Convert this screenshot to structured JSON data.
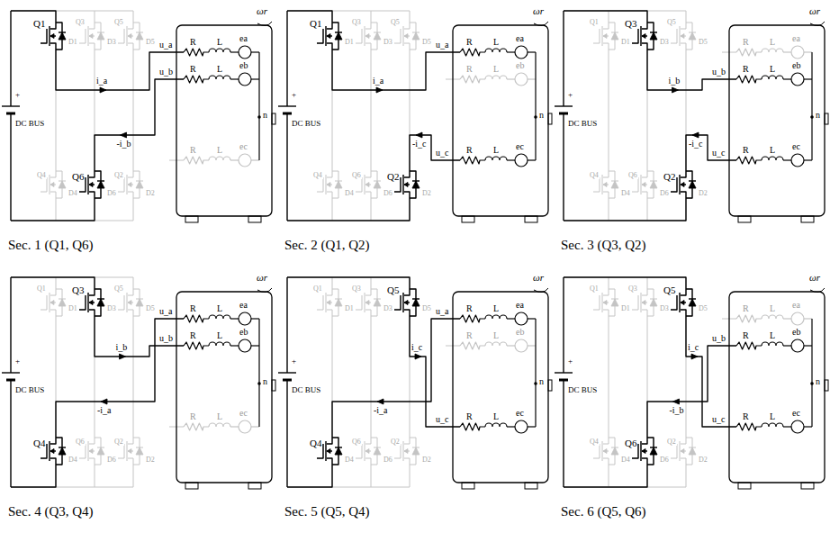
{
  "diagram": {
    "labels": [
      "Sec. 1 (Q1, Q6)",
      "Q1",
      "Q6",
      "+",
      "DC BUS",
      "u_a",
      "u_b",
      "i_a",
      "-i_b",
      "R",
      "R",
      "R",
      "L",
      "L",
      "L",
      "ea",
      "eb",
      "ec",
      "n",
      "ωr",
      "Q2",
      "Q3",
      "Q4",
      "Q5",
      "D1",
      "D2",
      "D3",
      "D4",
      "D5",
      "D6",
      "Sec. 2 (Q1, Q2)",
      "Q1",
      "Q2",
      "+",
      "DC BUS",
      "u_a",
      "u_c",
      "i_a",
      "-i_c",
      "R",
      "R",
      "R",
      "L",
      "L",
      "L",
      "ea",
      "eb",
      "ec",
      "n",
      "ωr",
      "Q3",
      "Q4",
      "Q5",
      "Q6",
      "D1",
      "D2",
      "D3",
      "D4",
      "D5",
      "D6",
      "Sec. 3 (Q3, Q2)",
      "Q3",
      "Q2",
      "+",
      "DC BUS",
      "u_b",
      "u_c",
      "i_b",
      "-i_c",
      "R",
      "R",
      "R",
      "L",
      "L",
      "L",
      "ea",
      "eb",
      "ec",
      "n",
      "ωr",
      "Q1",
      "Q4",
      "Q5",
      "Q6",
      "D1",
      "D2",
      "D3",
      "D4",
      "D5",
      "D6",
      "Sec. 4 (Q3, Q4)",
      "Q3",
      "Q4",
      "+",
      "DC BUS",
      "u_b",
      "u_a",
      "i_b",
      "-i_a",
      "R",
      "R",
      "R",
      "L",
      "L",
      "L",
      "ea",
      "eb",
      "ec",
      "n",
      "ωr",
      "Q1",
      "Q2",
      "Q5",
      "Q6",
      "D1",
      "D2",
      "D3",
      "D4",
      "D5",
      "D6",
      "Sec. 5 (Q5, Q4)",
      "Q5",
      "Q4",
      "+",
      "DC BUS",
      "u_c",
      "u_a",
      "i_c",
      "-i_a",
      "R",
      "R",
      "R",
      "L",
      "L",
      "L",
      "ea",
      "eb",
      "ec",
      "n",
      "ωr",
      "Q1",
      "Q2",
      "Q3",
      "Q6",
      "D1",
      "D2",
      "D3",
      "D4",
      "D5",
      "D6",
      "Sec. 6 (Q5, Q6)",
      "Q5",
      "Q6",
      "+",
      "DC BUS",
      "u_c",
      "u_b",
      "i_c",
      "-i_b",
      "R",
      "R",
      "R",
      "L",
      "L",
      "L",
      "ea",
      "eb",
      "ec",
      "n",
      "ωr",
      "Q1",
      "Q2",
      "Q3",
      "Q4",
      "D1",
      "D2",
      "D3",
      "D4",
      "D5",
      "D6"
    ]
  }
}
